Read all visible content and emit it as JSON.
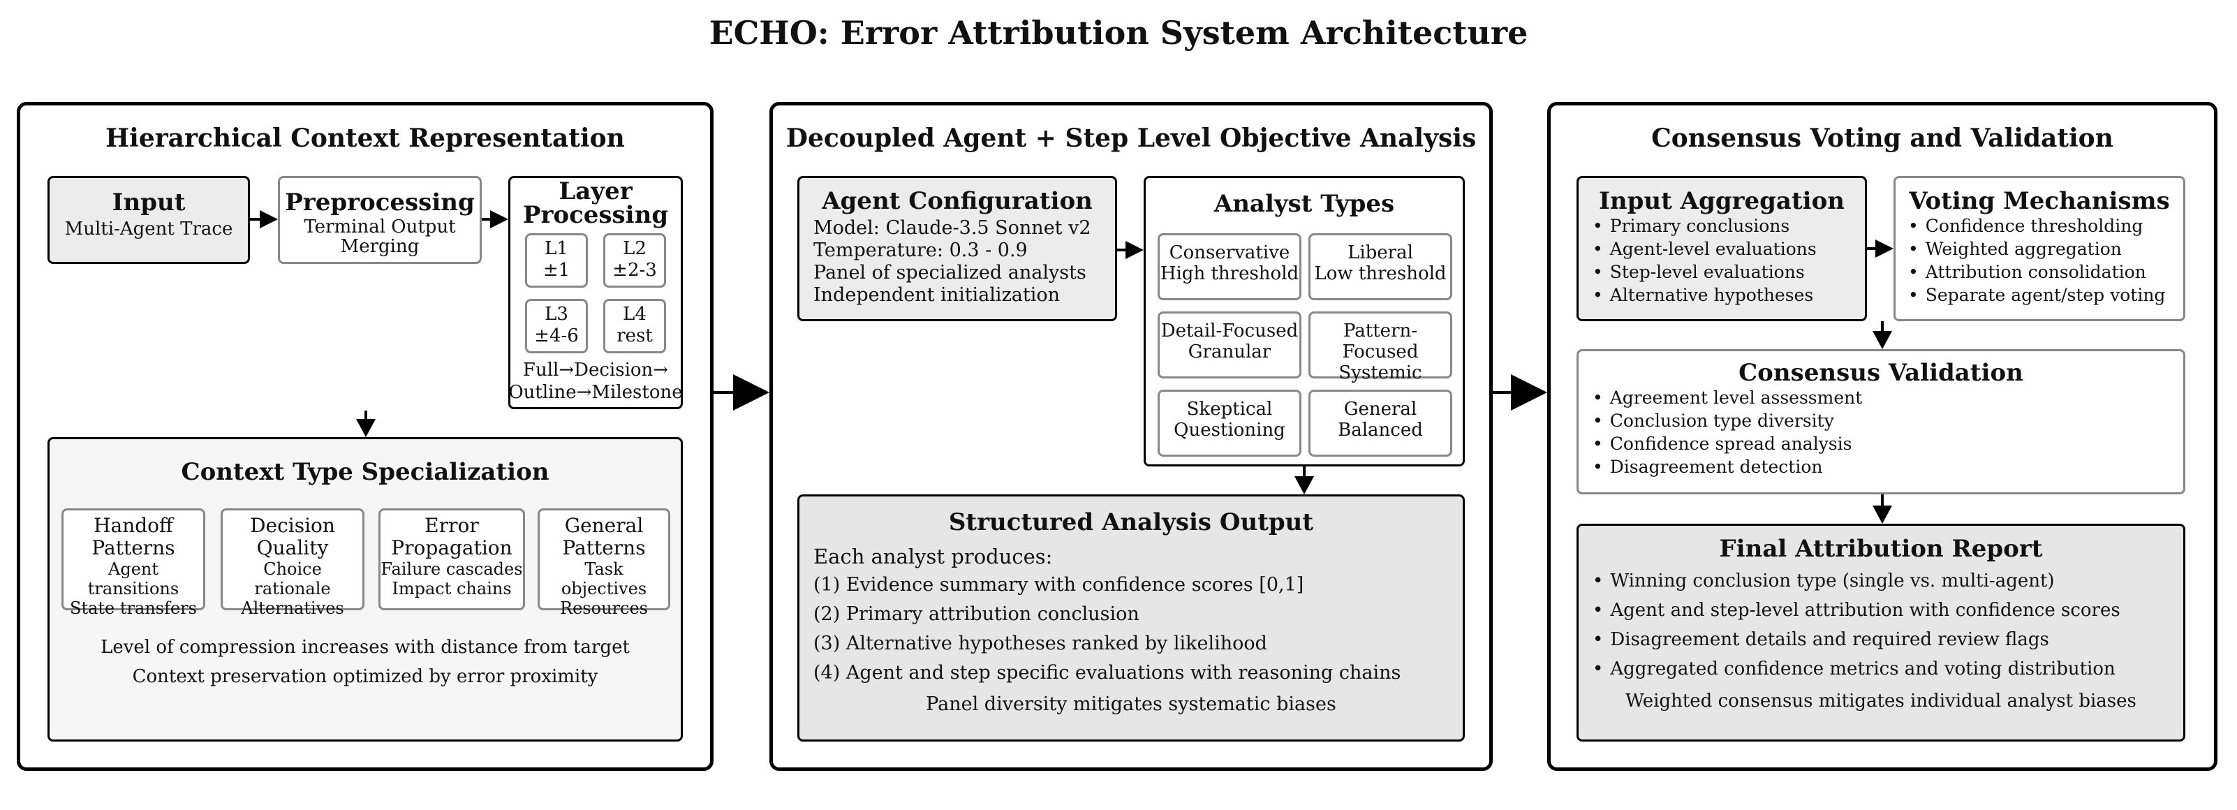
{
  "title": "ECHO: Error Attribution System Architecture",
  "panels": {
    "hcr": {
      "title": "Hierarchical Context Representation",
      "input": {
        "title": "Input",
        "sub": "Multi-Agent Trace"
      },
      "preprocessing": {
        "title": "Preprocessing",
        "line1": "Terminal Output",
        "line2": "Merging"
      },
      "layer": {
        "title1": "Layer",
        "title2": "Processing",
        "cells": [
          {
            "l1": "L1",
            "l2": "±1"
          },
          {
            "l1": "L2",
            "l2": "±2-3"
          },
          {
            "l1": "L3",
            "l2": "±4-6"
          },
          {
            "l1": "L4",
            "l2": "rest"
          }
        ],
        "foot1": "Full→Decision→",
        "foot2": "Outline→Milestone"
      },
      "context": {
        "title": "Context Type Specialization",
        "items": [
          {
            "h1": "Handoff",
            "h2": "Patterns",
            "s1": "Agent transitions",
            "s2": "State transfers"
          },
          {
            "h1": "Decision",
            "h2": "Quality",
            "s1": "Choice rationale",
            "s2": "Alternatives"
          },
          {
            "h1": "Error",
            "h2": "Propagation",
            "s1": "Failure cascades",
            "s2": "Impact chains"
          },
          {
            "h1": "General",
            "h2": "Patterns",
            "s1": "Task objectives",
            "s2": "Resources"
          }
        ],
        "note1": "Level of compression increases with distance from target",
        "note2": "Context preservation optimized by error proximity"
      }
    },
    "analysis": {
      "title": "Decoupled Agent + Step Level Objective Analysis",
      "config": {
        "title": "Agent Configuration",
        "lines": [
          "Model: Claude-3.5 Sonnet v2",
          "Temperature: 0.3 - 0.9",
          "Panel of specialized analysts",
          "Independent initialization"
        ]
      },
      "types": {
        "title": "Analyst Types",
        "cells": [
          {
            "l1": "Conservative",
            "l2": "High threshold"
          },
          {
            "l1": "Liberal",
            "l2": "Low threshold"
          },
          {
            "l1": "Detail-Focused",
            "l2": "Granular"
          },
          {
            "l1": "Pattern-Focused",
            "l2": "Systemic"
          },
          {
            "l1": "Skeptical",
            "l2": "Questioning"
          },
          {
            "l1": "General",
            "l2": "Balanced"
          }
        ]
      },
      "output": {
        "title": "Structured Analysis Output",
        "intro": "Each analyst produces:",
        "items": [
          "(1) Evidence summary with confidence scores [0,1]",
          "(2) Primary attribution conclusion",
          "(3) Alternative hypotheses ranked by likelihood",
          "(4) Agent and step specific evaluations with reasoning chains"
        ],
        "note": "Panel diversity mitigates systematic biases"
      }
    },
    "consensus": {
      "title": "Consensus Voting and Validation",
      "aggregation": {
        "title": "Input Aggregation",
        "items": [
          "Primary conclusions",
          "Agent-level evaluations",
          "Step-level evaluations",
          "Alternative hypotheses"
        ]
      },
      "voting": {
        "title": "Voting Mechanisms",
        "items": [
          "Confidence thresholding",
          "Weighted aggregation",
          "Attribution consolidation",
          "Separate agent/step voting"
        ]
      },
      "validation": {
        "title": "Consensus Validation",
        "items": [
          "Agreement level assessment",
          "Conclusion type diversity",
          "Confidence spread analysis",
          "Disagreement detection"
        ]
      },
      "report": {
        "title": "Final Attribution Report",
        "items": [
          "Winning conclusion type (single vs. multi-agent)",
          "Agent and step-level attribution with confidence scores",
          "Disagreement details and required review flags",
          "Aggregated confidence metrics and voting distribution"
        ],
        "note": "Weighted consensus mitigates individual analyst biases"
      }
    }
  }
}
